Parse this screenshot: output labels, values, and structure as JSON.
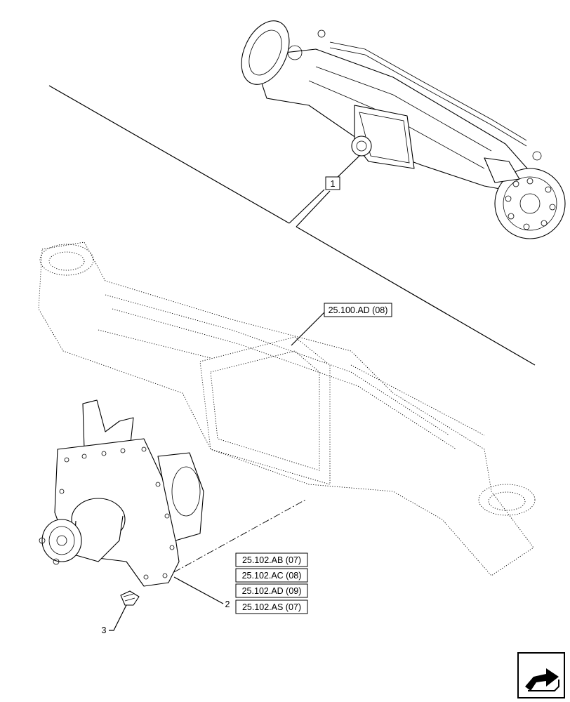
{
  "callouts": {
    "item1": "1",
    "item2": "2",
    "item3": "3",
    "axle_housing_ref": "25.100.AD (08)",
    "diff_refs": [
      "25.102.AB (07)",
      "25.102.AC (08)",
      "25.102.AD (09)",
      "25.102.AS (07)"
    ]
  },
  "icons": {
    "nav_arrow": "arrow-icon"
  }
}
